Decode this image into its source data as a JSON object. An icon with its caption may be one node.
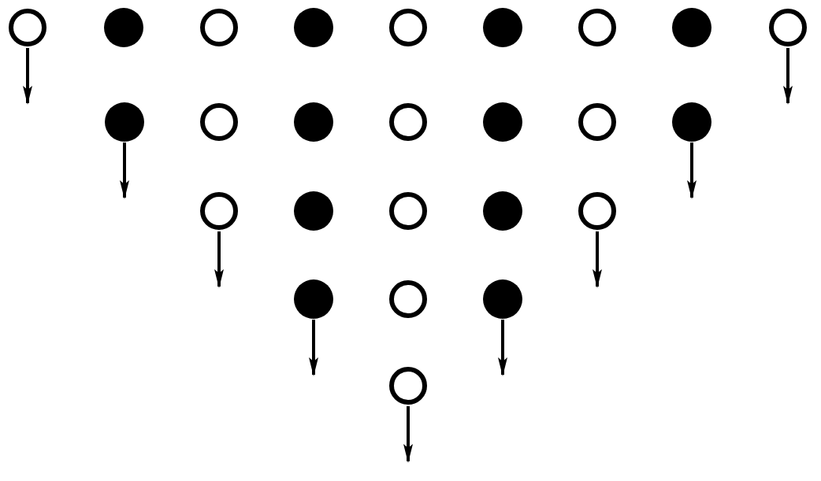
{
  "diagram": {
    "nodes": [
      {
        "text": [],
        "shape": "circle"
      },
      {
        "text": [],
        "shape": "dot"
      },
      {
        "text": [],
        "shape": "circle"
      },
      {
        "text": [],
        "shape": "dot"
      },
      {
        "text": [],
        "shape": "circle"
      },
      {
        "text": [],
        "shape": "dot"
      },
      {
        "text": [],
        "shape": "circle"
      },
      {
        "text": [],
        "shape": "dot"
      },
      {
        "text": [],
        "shape": "circle"
      },
      {
        "text": [],
        "shape": "dot"
      },
      {
        "text": [],
        "shape": "circle"
      },
      {
        "text": [],
        "shape": "dot"
      },
      {
        "text": [],
        "shape": "circle"
      },
      {
        "text": [],
        "shape": "dot"
      },
      {
        "text": [],
        "shape": "circle"
      },
      {
        "text": [],
        "shape": "dot"
      },
      {
        "text": [],
        "shape": "circle"
      },
      {
        "text": [],
        "shape": "dot"
      },
      {
        "text": [],
        "shape": "circle"
      },
      {
        "text": [],
        "shape": "dot"
      },
      {
        "text": [],
        "shape": "circle"
      },
      {
        "text": [],
        "shape": "dot"
      },
      {
        "text": [],
        "shape": "circle"
      },
      {
        "text": [],
        "shape": "dot"
      },
      {
        "text": [],
        "shape": "circle"
      }
    ],
    "edges": [
      {
        "from": 0,
        "to": null,
        "arrow": "to"
      },
      {
        "from": 8,
        "to": null,
        "arrow": "to"
      },
      {
        "from": 9,
        "to": null,
        "arrow": "to"
      },
      {
        "from": 15,
        "to": null,
        "arrow": "to"
      },
      {
        "from": 16,
        "to": null,
        "arrow": "to"
      },
      {
        "from": 20,
        "to": null,
        "arrow": "to"
      },
      {
        "from": 21,
        "to": null,
        "arrow": "to"
      },
      {
        "from": 23,
        "to": null,
        "arrow": "to"
      },
      {
        "from": 24,
        "to": null,
        "arrow": "to"
      }
    ]
  }
}
